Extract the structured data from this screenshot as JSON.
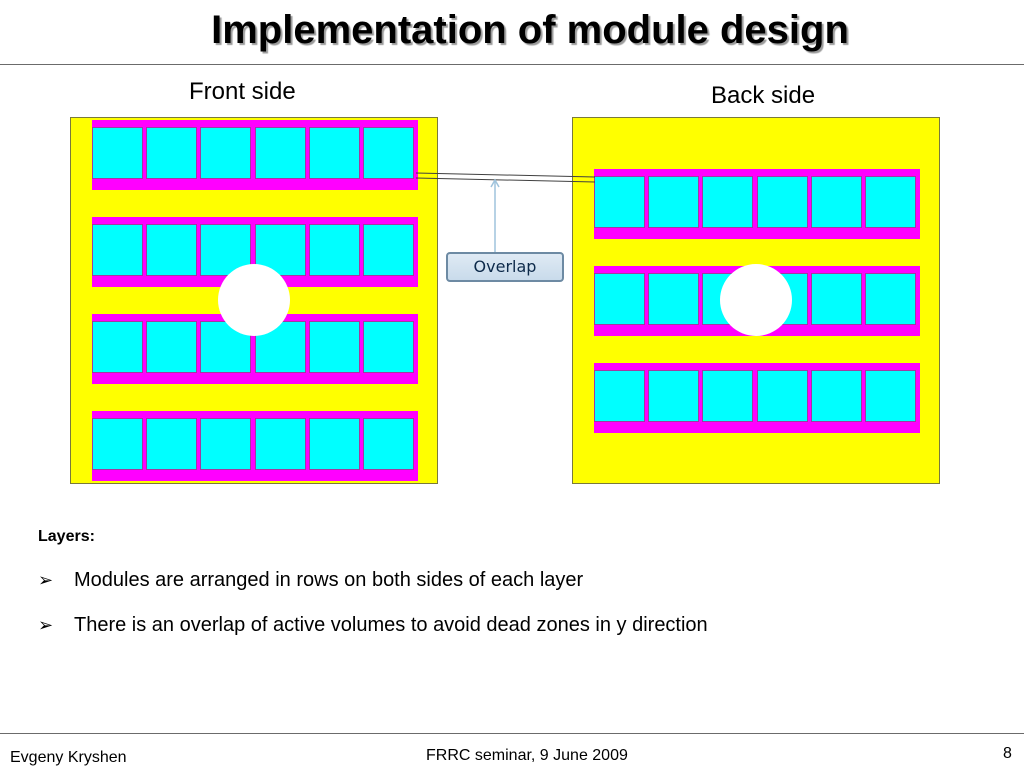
{
  "slide": {
    "title": "Implementation of module design",
    "front_label": "Front side",
    "back_label": "Back side",
    "overlap_label": "Overlap",
    "layers_heading": "Layers:",
    "bullets": [
      "Modules are arranged in rows on both sides of each layer",
      "There is an overlap of active volumes to avoid dead zones in y direction"
    ],
    "bullet_icon": "arrow-bullet-icon"
  },
  "footer": {
    "author": "Evgeny Kryshen",
    "event": "FRRC seminar, 9 June 2009",
    "page": "8"
  },
  "colors": {
    "panel": "#ffff00",
    "row_frame": "#ff00ff",
    "sensor": "#00ffff",
    "hole": "#ffffff"
  },
  "diagram": {
    "front_rows": 4,
    "back_rows": 3,
    "sensors_per_row": 6
  }
}
